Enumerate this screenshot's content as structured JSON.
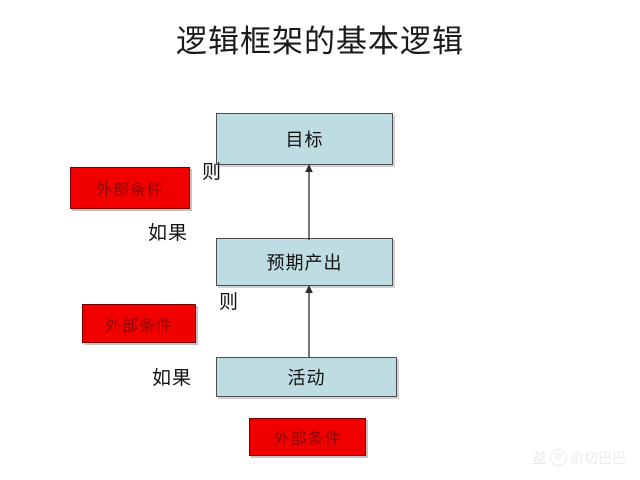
{
  "diagram": {
    "title": "逻辑框架的基本逻辑",
    "nodes": [
      {
        "id": "goal",
        "label": "目标",
        "type": "result",
        "color": "#bedde3"
      },
      {
        "id": "output",
        "label": "预期产出",
        "type": "result",
        "color": "#bedde3"
      },
      {
        "id": "activity",
        "label": "活动",
        "type": "result",
        "color": "#bedde3"
      }
    ],
    "conditions": [
      {
        "id": "cond-top",
        "label": "外部条件",
        "color": "#f20000"
      },
      {
        "id": "cond-middle",
        "label": "外部条件",
        "color": "#f20000"
      },
      {
        "id": "cond-bottom",
        "label": "外部条件",
        "color": "#f20000"
      }
    ],
    "connectors": [
      {
        "id": "then-upper",
        "label": "则",
        "role": "then"
      },
      {
        "id": "if-upper",
        "label": "如果",
        "role": "if"
      },
      {
        "id": "then-lower",
        "label": "则",
        "role": "then"
      },
      {
        "id": "if-lower",
        "label": "如果",
        "role": "if"
      }
    ],
    "arrows": [
      {
        "id": "arrow-output-to-goal",
        "direction": "up"
      },
      {
        "id": "arrow-activity-to-output",
        "direction": "up"
      }
    ]
  },
  "watermark": {
    "logo": "益",
    "badge": "@",
    "text": "俞切巴巴"
  }
}
